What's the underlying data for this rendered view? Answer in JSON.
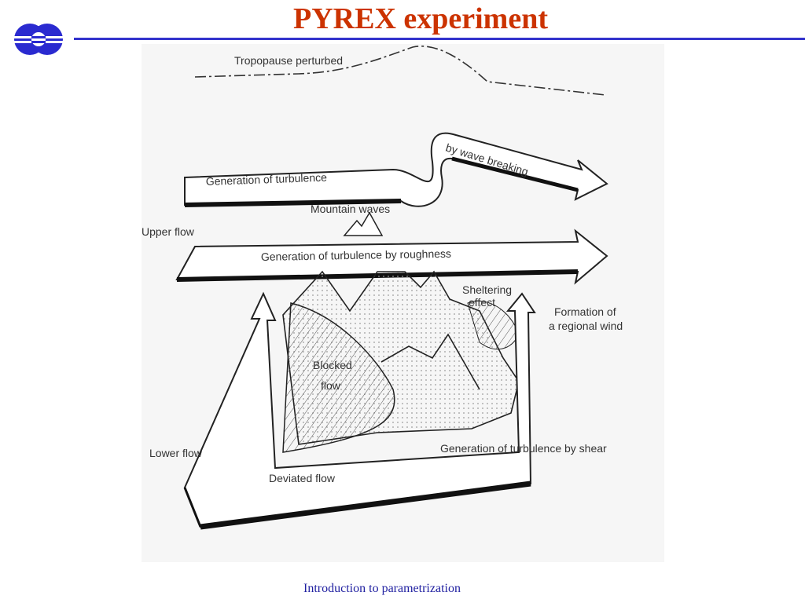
{
  "slide": {
    "title": "PYREX experiment",
    "footer": "Introduction to parametrization",
    "logo_icon": "ecmwf-logo-icon",
    "title_color": "#cc3300",
    "rule_color": "#3333cc"
  },
  "diagram": {
    "labels": {
      "tropopause": "Tropopause perturbed",
      "turbulence_upper": "Generation of turbulence",
      "wave_breaking": "by wave breaking",
      "mountain_waves": "Mountain waves",
      "upper_flow": "Upper flow",
      "roughness": "Generation of turbulence by roughness",
      "sheltering_1": "Sheltering",
      "sheltering_2": "effect",
      "regional_wind_1": "Formation of",
      "regional_wind_2": "a regional wind",
      "blocked_1": "Blocked",
      "blocked_2": "flow",
      "lower_flow": "Lower flow",
      "shear": "Generation of turbulence by shear",
      "deviated": "Deviated flow"
    }
  }
}
